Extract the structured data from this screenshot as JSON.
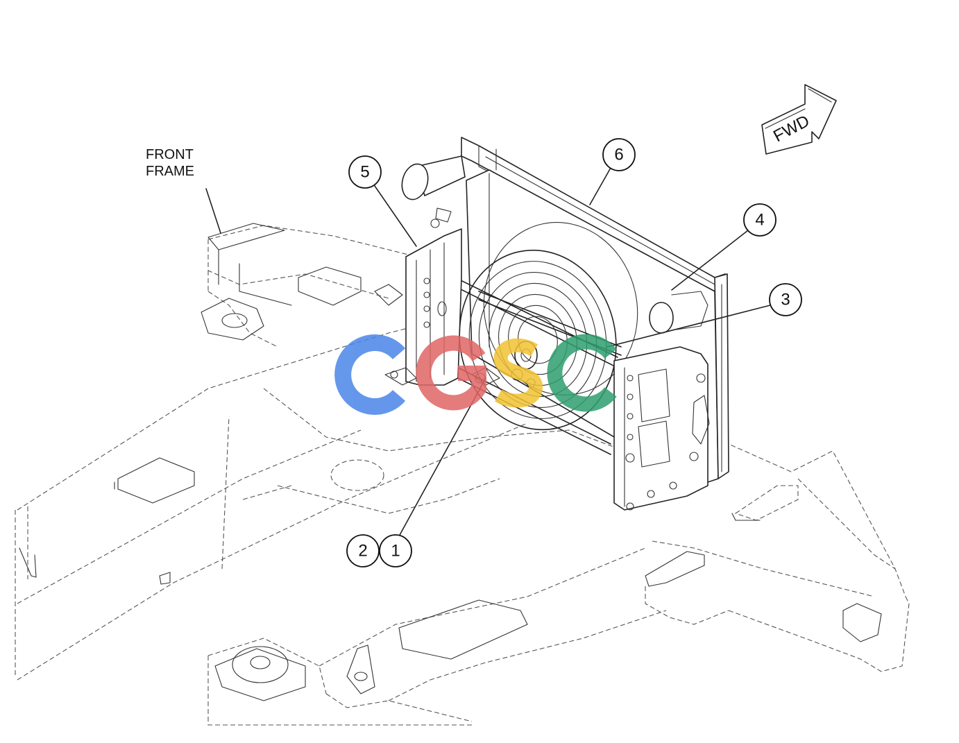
{
  "labels": {
    "front_frame_line1": "FRONT",
    "front_frame_line2": "FRAME",
    "fwd_arrow": "FWD"
  },
  "callouts": [
    {
      "id": "callout-1",
      "number": "1"
    },
    {
      "id": "callout-2",
      "number": "2"
    },
    {
      "id": "callout-3",
      "number": "3"
    },
    {
      "id": "callout-4",
      "number": "4"
    },
    {
      "id": "callout-5",
      "number": "5"
    },
    {
      "id": "callout-6",
      "number": "6"
    }
  ],
  "watermark": {
    "text": "CGSC",
    "colors": [
      "#4a86e8",
      "#e06666",
      "#f1c232",
      "#2e9e6e"
    ]
  }
}
